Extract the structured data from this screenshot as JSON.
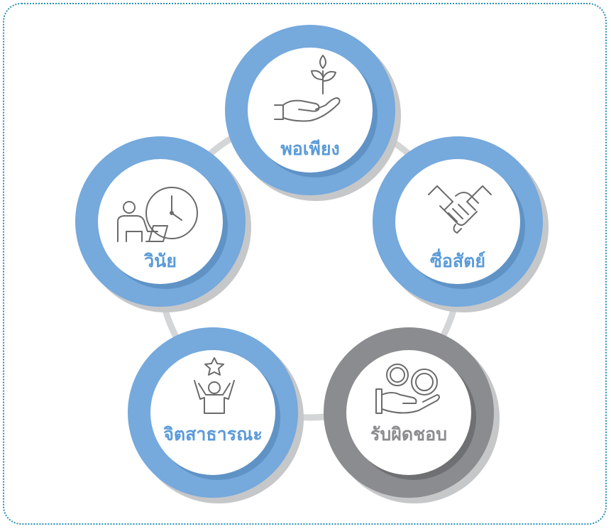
{
  "colors": {
    "ring_blue": "#76a9dc",
    "ring_blue_shadow": "#5f93c6",
    "ring_gray": "#8b8c8f",
    "ring_gray_shadow": "#6f7073",
    "connector": "#d4d5d7",
    "shadow": "#c6c7c9",
    "inner": "#ffffff",
    "label_blue": "#5b9bd9",
    "label_white": "#ffffff",
    "frame": "#2a8fb5"
  },
  "nodes": [
    {
      "id": "porphiang",
      "label": "พอเพียง",
      "icon": "hand-plant-icon",
      "theme": "blue"
    },
    {
      "id": "suesat",
      "label": "ซื่อสัตย์",
      "icon": "handshake-icon",
      "theme": "blue"
    },
    {
      "id": "rapphitchop",
      "label": "รับผิดชอบ",
      "icon": "hand-gears-icon",
      "theme": "gray"
    },
    {
      "id": "chitsatharana",
      "label": "จิตสาธารณะ",
      "icon": "person-star-icon",
      "theme": "blue"
    },
    {
      "id": "winai",
      "label": "วินัย",
      "icon": "person-clock-icon",
      "theme": "blue"
    }
  ]
}
